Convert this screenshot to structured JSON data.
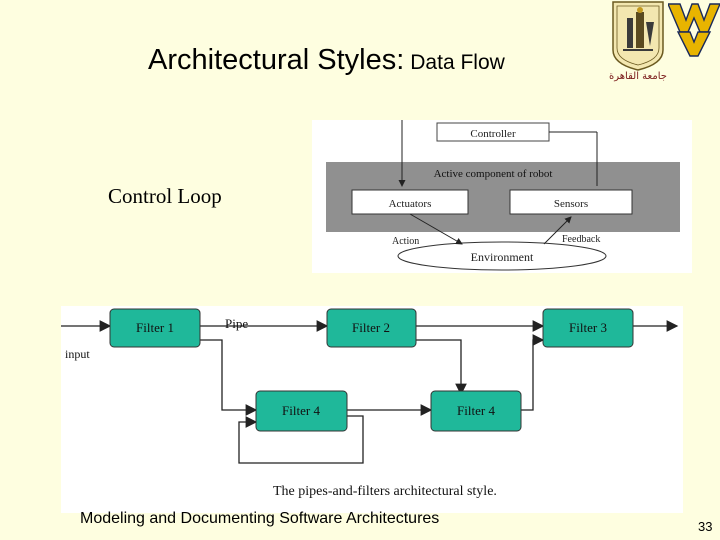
{
  "slide": {
    "title_main": "Architectural Styles:",
    "title_sub": "Data Flow",
    "control_loop_label": "Control Loop",
    "footer": "Modeling and Documenting Software Architectures",
    "page_number": "33"
  },
  "logos": {
    "crest_caption": "جامعة القاهرة",
    "crest_icon": "university-crest-icon",
    "wv_icon": "wv-flying-logo-icon",
    "wv_color": "#e8b400"
  },
  "control_diagram": {
    "controller": "Controller",
    "active_component": "Active component of robot",
    "actuators": "Actuators",
    "sensors": "Sensors",
    "action": "Action",
    "feedback": "Feedback",
    "environment": "Environment",
    "panel_color": "#909090"
  },
  "pipes_diagram": {
    "filters": [
      "Filter 1",
      "Filter 2",
      "Filter 3",
      "Filter 4",
      "Filter 4"
    ],
    "pipe_label": "Pipe",
    "input_label": "input",
    "caption": "The pipes-and-filters architectural style.",
    "filter_color": "#1fb89a"
  }
}
